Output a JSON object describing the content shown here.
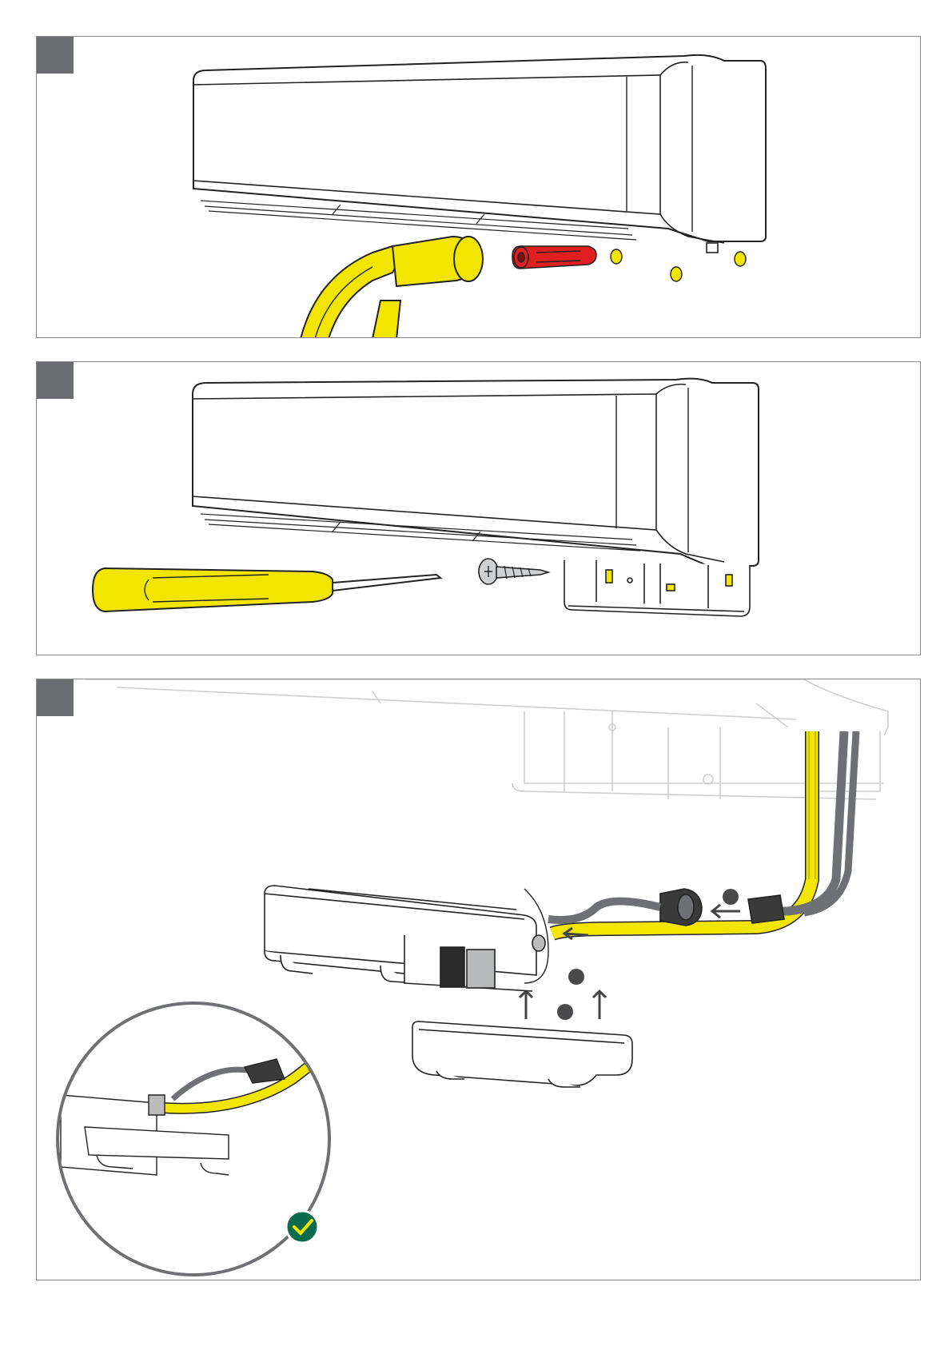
{
  "colors": {
    "frame": "#8a8a8a",
    "step_tab": "#6b6d70",
    "yellow_tool": "#f2e600",
    "anchor_red": "#e02020",
    "cable_gray": "#6f7073",
    "check_green": "#0b6b4c"
  },
  "steps": [
    {
      "number": "",
      "illustration": "hammer-anchor-wall-unit"
    },
    {
      "number": "",
      "illustration": "screwdriver-screw-bracket"
    },
    {
      "number": "",
      "illustration": "connect-cable-box-with-detail"
    }
  ],
  "icons": [
    "hammer-icon",
    "wall-plug-icon",
    "screwdriver-icon",
    "screw-icon",
    "check-icon"
  ]
}
